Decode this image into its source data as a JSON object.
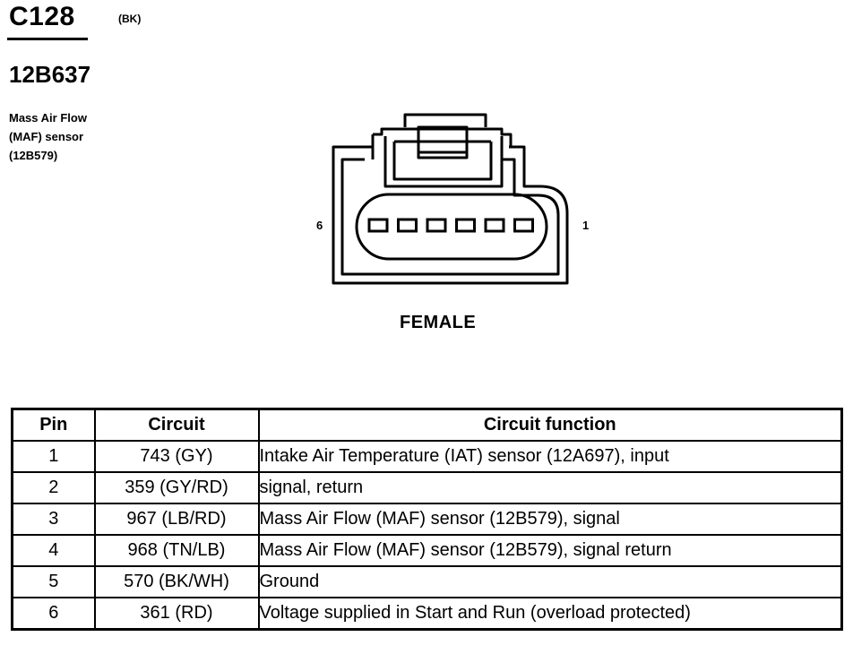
{
  "header": {
    "connector_id": "C128",
    "color_code": "(BK)",
    "part_number": "12B637",
    "description_lines": [
      "Mass Air Flow",
      "(MAF) sensor",
      "(12B579)"
    ]
  },
  "diagram": {
    "left_pin_label": "6",
    "right_pin_label": "1",
    "gender": "FEMALE",
    "pin_count": 6
  },
  "table": {
    "headers": [
      "Pin",
      "Circuit",
      "Circuit function"
    ],
    "rows": [
      {
        "pin": "1",
        "circuit": "743 (GY)",
        "function": "Intake Air Temperature (IAT) sensor (12A697), input"
      },
      {
        "pin": "2",
        "circuit": "359 (GY/RD)",
        "function": "signal, return"
      },
      {
        "pin": "3",
        "circuit": "967 (LB/RD)",
        "function": "Mass Air Flow (MAF) sensor (12B579), signal"
      },
      {
        "pin": "4",
        "circuit": "968 (TN/LB)",
        "function": "Mass Air Flow (MAF) sensor (12B579), signal return"
      },
      {
        "pin": "5",
        "circuit": "570 (BK/WH)",
        "function": "Ground"
      },
      {
        "pin": "6",
        "circuit": "361 (RD)",
        "function": "Voltage supplied in Start and Run (overload protected)"
      }
    ]
  }
}
